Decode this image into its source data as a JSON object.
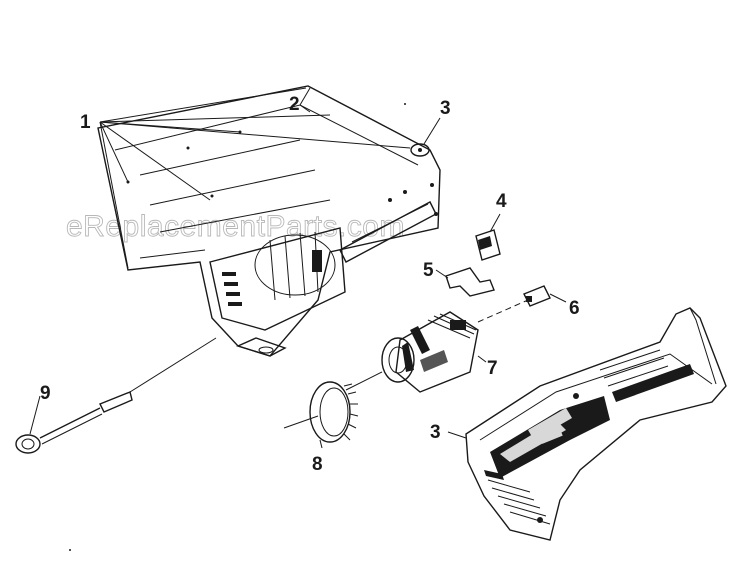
{
  "watermark": "eReplacementParts.com",
  "callouts": [
    {
      "id": "c1",
      "label": "1"
    },
    {
      "id": "c2",
      "label": "2"
    },
    {
      "id": "c3a",
      "label": "3"
    },
    {
      "id": "c4",
      "label": "4"
    },
    {
      "id": "c5",
      "label": "5"
    },
    {
      "id": "c6",
      "label": "6"
    },
    {
      "id": "c7",
      "label": "7"
    },
    {
      "id": "c3b",
      "label": "3"
    },
    {
      "id": "c8",
      "label": "8"
    },
    {
      "id": "c9",
      "label": "9"
    }
  ]
}
